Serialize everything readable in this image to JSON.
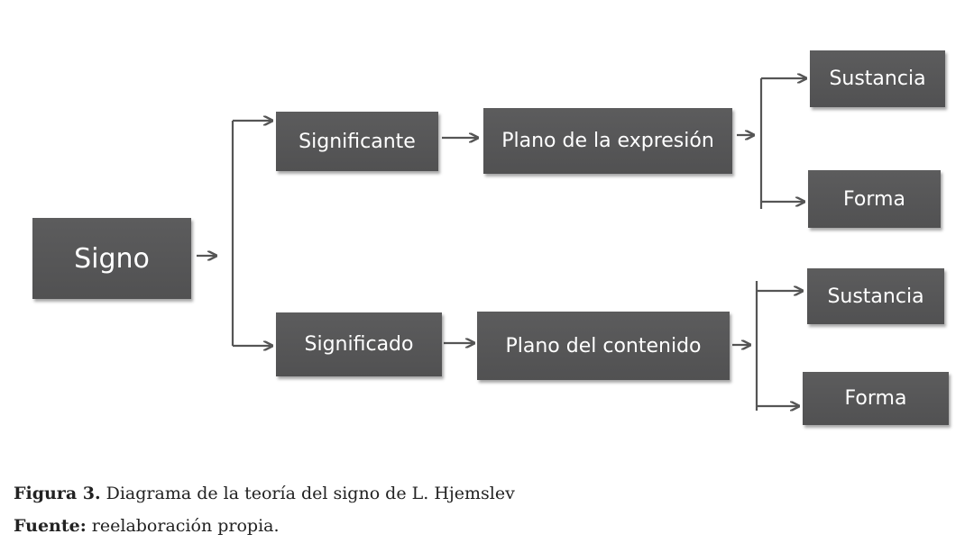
{
  "diagram": {
    "root": "Signo",
    "branches": [
      {
        "label": "Significante",
        "plane": "Plano de la expresión",
        "leaves": [
          "Sustancia",
          "Forma"
        ]
      },
      {
        "label": "Significado",
        "plane": "Plano del contenido",
        "leaves": [
          "Sustancia",
          "Forma"
        ]
      }
    ],
    "colors": {
      "box": "#555556",
      "text": "#ffffff",
      "line": "#555555"
    }
  },
  "caption": {
    "figure_label": "Figura 3.",
    "figure_text": "Diagrama de la teoría del signo de L. Hjemslev",
    "source_label": "Fuente:",
    "source_text": "reelaboración propia."
  }
}
